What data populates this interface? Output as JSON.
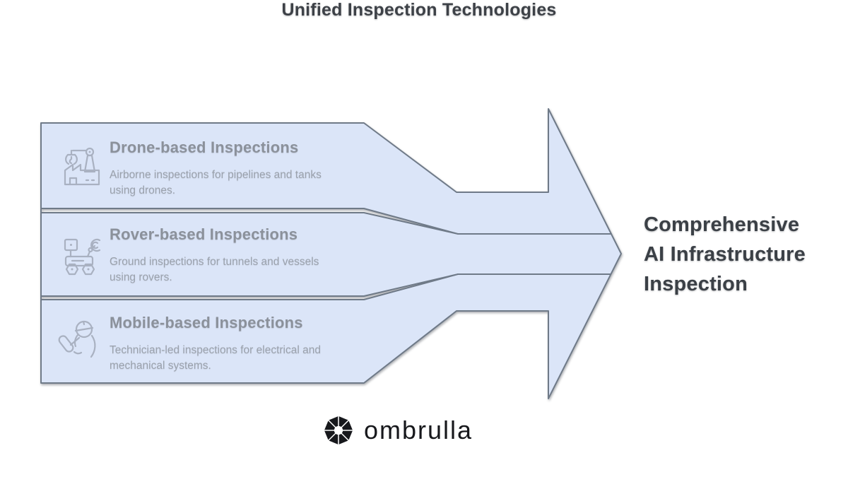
{
  "title": "Unified Inspection Technologies",
  "bands": [
    {
      "icon": "factory-crane-icon",
      "heading": "Drone-based Inspections",
      "description": "Airborne inspections for pipelines and tanks using drones.",
      "desc_lines": [
        "Airborne inspections for pipelines and tanks",
        "using drones."
      ]
    },
    {
      "icon": "rover-icon",
      "heading": "Rover-based Inspections",
      "description": "Ground inspections for tunnels and vessels using rovers.",
      "desc_lines": [
        "Ground inspections for tunnels and vessels",
        "using rovers."
      ]
    },
    {
      "icon": "technician-icon",
      "heading": "Mobile-based Inspections",
      "description": "Technician-led inspections for electrical and mechanical systems.",
      "desc_lines": [
        "Technician-led inspections for electrical and",
        "mechanical systems."
      ]
    }
  ],
  "result": {
    "text": "Comprehensive AI Infrastructure Inspection",
    "lines": [
      "Comprehensive",
      "AI Infrastructure",
      "Inspection"
    ]
  },
  "logo": {
    "text": "ombrulla",
    "icon": "ombrulla-umbrella-icon"
  },
  "colors": {
    "arrow_fill": "#dbe5f8",
    "arrow_border": "#6f7a88",
    "band_heading_text": "#8b919b",
    "band_description_text": "#9aa1ac",
    "title_text": "#3d4147",
    "result_text": "#3b4046",
    "icon_stroke": "#a9b1c1",
    "logo_color": "#17181c",
    "background": "#ffffff"
  }
}
